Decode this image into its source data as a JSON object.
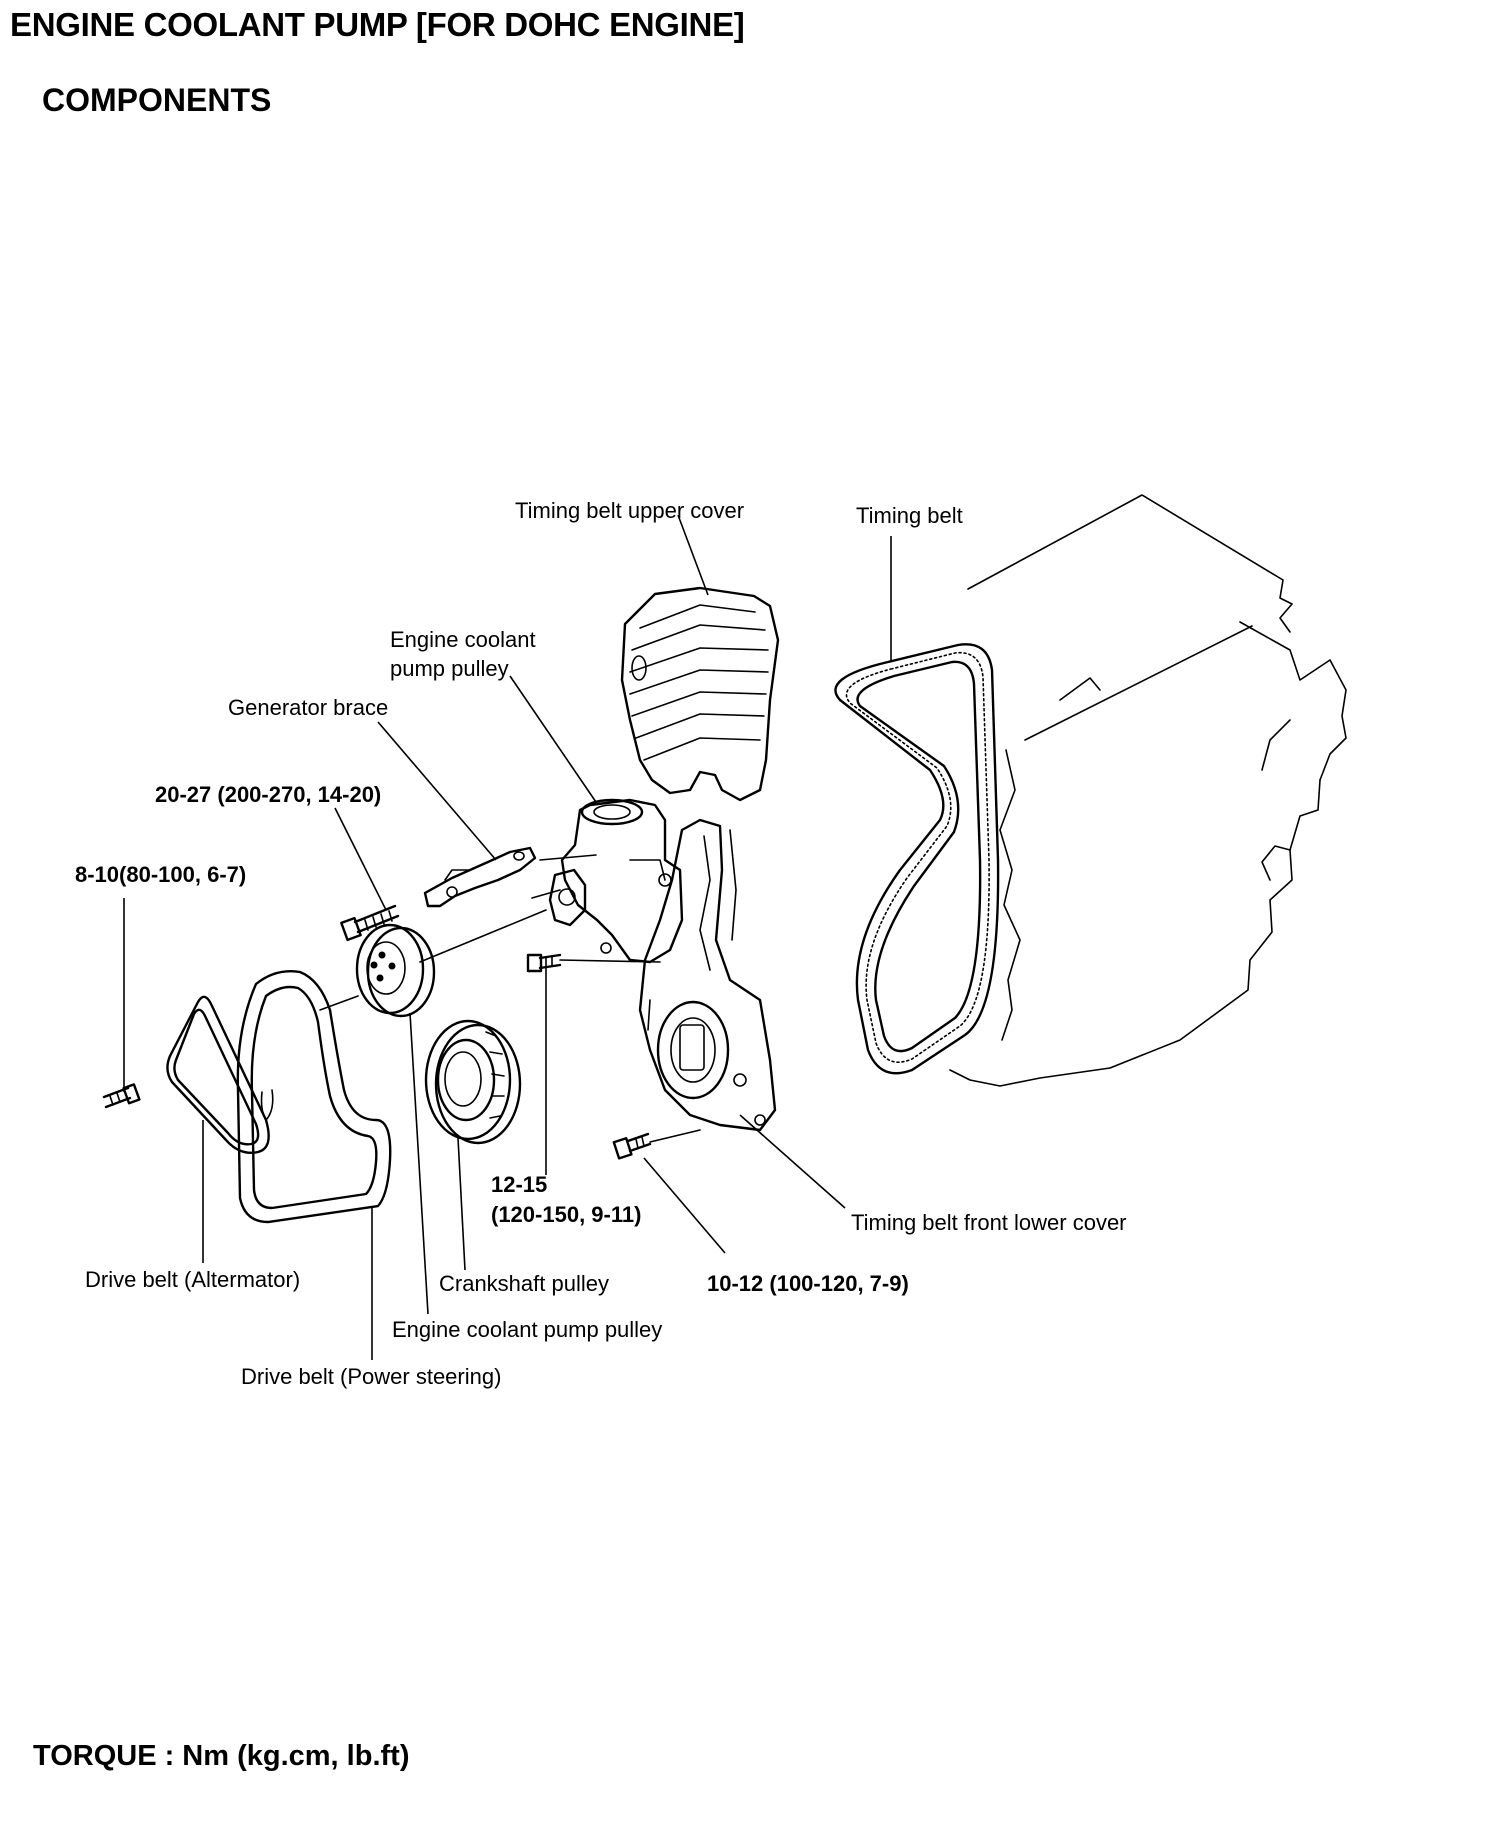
{
  "header": {
    "title": "ENGINE COOLANT PUMP [FOR DOHC ENGINE]",
    "subtitle": "COMPONENTS"
  },
  "labels": {
    "timing_belt_upper_cover": "Timing belt upper cover",
    "timing_belt": "Timing belt",
    "engine_coolant_pump_pulley_top_line1": "Engine coolant",
    "engine_coolant_pump_pulley_top_line2": "pump pulley",
    "generator_brace": "Generator brace",
    "torque_generator_brace": "20-27 (200-270, 14-20)",
    "torque_alternator_bolt": "8-10(80-100, 6-7)",
    "torque_pump_bolt_line1": "12-15",
    "torque_pump_bolt_line2": "(120-150, 9-11)",
    "timing_belt_front_lower_cover": "Timing belt front lower cover",
    "torque_lower_cover_bolt": "10-12 (100-120, 7-9)",
    "drive_belt_alternator": "Drive belt (Altermator)",
    "crankshaft_pulley": "Crankshaft pulley",
    "engine_coolant_pump_pulley_bottom": "Engine coolant pump pulley",
    "drive_belt_power_steering": "Drive belt (Power steering)"
  },
  "footer": {
    "torque_units": "TORQUE : Nm (kg.cm, lb.ft)"
  },
  "colors": {
    "ink": "#000000",
    "paper": "#ffffff"
  }
}
